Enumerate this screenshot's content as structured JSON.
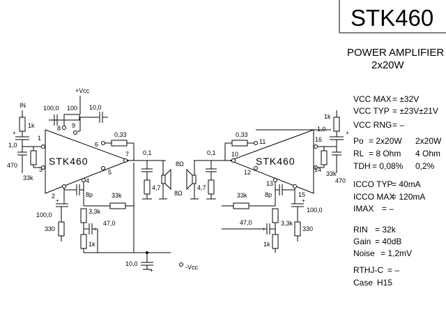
{
  "title": "STK460",
  "subtitle": "POWER AMPLIFIER",
  "power": "2x20W",
  "chip": "STK460",
  "supply": {
    "pos": "+Vcc",
    "neg": "-Vcc"
  },
  "input_label": "IN",
  "pins": [
    "1",
    "2",
    "3",
    "4",
    "5",
    "6",
    "7",
    "8",
    "9",
    "10",
    "11",
    "12",
    "13",
    "14",
    "15",
    "16"
  ],
  "parts": {
    "r1k": "1k",
    "c1u": "1,0",
    "r470": "470",
    "r33k": "33k",
    "c100": "100,0",
    "r100": "100",
    "c10": "10,0",
    "r033": "0,33",
    "c01": "0,1",
    "r47": "4,7",
    "spk": "8Ω",
    "c8p": "8p",
    "r33k_fb": "33k",
    "r3k3": "3,3k",
    "c47": "47,0",
    "r330": "330"
  },
  "specs": [
    {
      "label": "VCC MAX",
      "value": "= ±32V",
      "extra": ""
    },
    {
      "label": "VCC TYP",
      "value": "= ±23V",
      "extra": "±21V"
    },
    {
      "label": "VCC RNG",
      "value": "= –",
      "extra": ""
    },
    {
      "label": "Po",
      "value": "= 2x20W",
      "extra": "2x20W"
    },
    {
      "label": "RL",
      "value": "= 8 Ohm",
      "extra": "4 Ohm"
    },
    {
      "label": "TDH",
      "value": "= 0,08%",
      "extra": "0,2%"
    },
    {
      "label": "ICCO TYP",
      "value": "= 40mA",
      "extra": ""
    },
    {
      "label": "ICCO MAX",
      "value": "= 120mA",
      "extra": ""
    },
    {
      "label": "IMAX",
      "value": "= –",
      "extra": ""
    },
    {
      "label": "RIN",
      "value": "= 32k",
      "extra": ""
    },
    {
      "label": "Gain",
      "value": "= 40dB",
      "extra": ""
    },
    {
      "label": "Noise",
      "value": "= 1,2mV",
      "extra": ""
    },
    {
      "label": "RTHJ-C",
      "value": "= –",
      "extra": ""
    },
    {
      "label": "Case",
      "value": "H15",
      "extra": ""
    }
  ]
}
